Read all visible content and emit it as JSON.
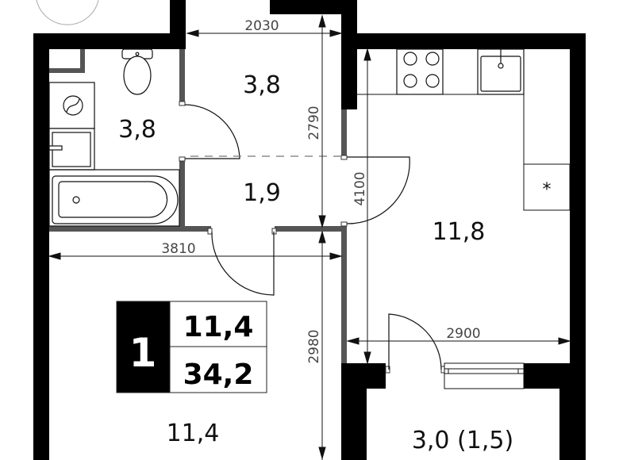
{
  "plan": {
    "rooms": {
      "bathroom": {
        "area": "3,8"
      },
      "hallway_top": {
        "area": "3,8"
      },
      "hallway_bottom": {
        "area": "1,9"
      },
      "kitchen": {
        "area": "11,8"
      },
      "living_room": {
        "area": "11,4"
      },
      "balcony": {
        "area": "3,0 (1,5)"
      }
    },
    "dimensions": {
      "hallway_width": "2030",
      "hallway_length": "2790",
      "kitchen_length": "4100",
      "living_width": "3810",
      "living_length": "2980",
      "kitchen_width": "2900"
    },
    "summary": {
      "rooms_count": "1",
      "living_area": "11,4",
      "total_area": "34,2"
    },
    "colors": {
      "wall_outer": "#000000",
      "wall_inner": "#555555",
      "badge_bg": "#000000"
    }
  }
}
